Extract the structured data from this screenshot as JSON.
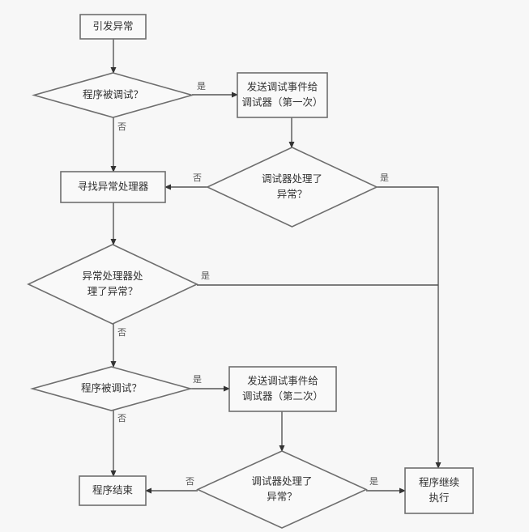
{
  "diagram": {
    "type": "flowchart",
    "nodes": [
      {
        "id": "raise",
        "kind": "process",
        "lines": [
          "引发异常"
        ]
      },
      {
        "id": "debugged1",
        "kind": "decision",
        "lines": [
          "程序被调试？"
        ]
      },
      {
        "id": "send1",
        "kind": "process",
        "lines": [
          "发送调试事件给",
          "调试器（第一次）"
        ]
      },
      {
        "id": "handled1",
        "kind": "decision",
        "lines": [
          "调试器处理了",
          "异常？"
        ]
      },
      {
        "id": "find",
        "kind": "process",
        "lines": [
          "寻找异常处理器"
        ]
      },
      {
        "id": "handlerok",
        "kind": "decision",
        "lines": [
          "异常处理器处",
          "理了异常？"
        ]
      },
      {
        "id": "debugged2",
        "kind": "decision",
        "lines": [
          "程序被调试？"
        ]
      },
      {
        "id": "send2",
        "kind": "process",
        "lines": [
          "发送调试事件给",
          "调试器（第二次）"
        ]
      },
      {
        "id": "handled2",
        "kind": "decision",
        "lines": [
          "调试器处理了",
          "异常？"
        ]
      },
      {
        "id": "end",
        "kind": "process",
        "lines": [
          "程序结束"
        ]
      },
      {
        "id": "continue",
        "kind": "process",
        "lines": [
          "程序继续",
          "执行"
        ]
      }
    ],
    "edges": [
      {
        "from": "raise",
        "to": "debugged1",
        "label": ""
      },
      {
        "from": "debugged1",
        "to": "send1",
        "label": "是"
      },
      {
        "from": "debugged1",
        "to": "find",
        "label": "否"
      },
      {
        "from": "send1",
        "to": "handled1",
        "label": ""
      },
      {
        "from": "handled1",
        "to": "find",
        "label": "否"
      },
      {
        "from": "handled1",
        "to": "continue",
        "label": "是"
      },
      {
        "from": "find",
        "to": "handlerok",
        "label": ""
      },
      {
        "from": "handlerok",
        "to": "continue",
        "label": "是"
      },
      {
        "from": "handlerok",
        "to": "debugged2",
        "label": "否"
      },
      {
        "from": "debugged2",
        "to": "send2",
        "label": "是"
      },
      {
        "from": "debugged2",
        "to": "end",
        "label": "否"
      },
      {
        "from": "send2",
        "to": "handled2",
        "label": ""
      },
      {
        "from": "handled2",
        "to": "end",
        "label": "否"
      },
      {
        "from": "handled2",
        "to": "continue",
        "label": "是"
      }
    ]
  }
}
